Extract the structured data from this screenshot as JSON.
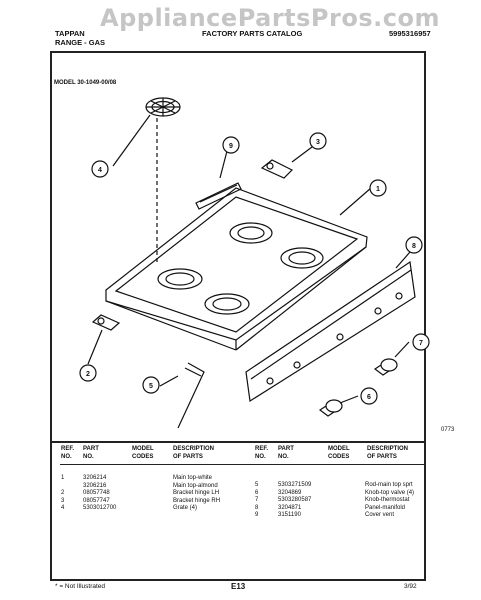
{
  "watermark": "AppliancePartsPros.com",
  "header": {
    "brand": "TAPPAN",
    "product": "RANGE - GAS",
    "catalog_title": "FACTORY PARTS CATALOG",
    "catalog_number": "5995316957"
  },
  "model": "MODEL 30-1049-00/08",
  "callouts": [
    "1",
    "2",
    "3",
    "4",
    "5",
    "6",
    "7",
    "8",
    "9"
  ],
  "figure_number": "0773",
  "table_headers": {
    "ref_no": [
      "REF.",
      "NO."
    ],
    "part_no": [
      "PART",
      "NO."
    ],
    "model_codes": [
      "MODEL",
      "CODES"
    ],
    "description": [
      "DESCRIPTION",
      "OF PARTS"
    ]
  },
  "parts_left": [
    {
      "ref": "1",
      "part": "3206214",
      "desc": "Main top-white"
    },
    {
      "ref": "",
      "part": "3206216",
      "desc": "Main top-almond"
    },
    {
      "ref": "2",
      "part": "08057748",
      "desc": "Bracket hinge LH"
    },
    {
      "ref": "3",
      "part": "08057747",
      "desc": "Bracket hinge RH"
    },
    {
      "ref": "4",
      "part": "5303012700",
      "desc": "Grate (4)"
    }
  ],
  "parts_right": [
    {
      "ref": "5",
      "part": "5303271509",
      "desc": "Rod-main top sprt"
    },
    {
      "ref": "6",
      "part": "3204869",
      "desc": "Knob-top valve (4)"
    },
    {
      "ref": "7",
      "part": "5303280587",
      "desc": "Knob-thermostat"
    },
    {
      "ref": "8",
      "part": "3204871",
      "desc": "Panel-manifold"
    },
    {
      "ref": "9",
      "part": "3151190",
      "desc": "Cover vent"
    }
  ],
  "footer": {
    "note": "* = Not Illustrated",
    "page_code": "E13",
    "date": "3/92"
  }
}
